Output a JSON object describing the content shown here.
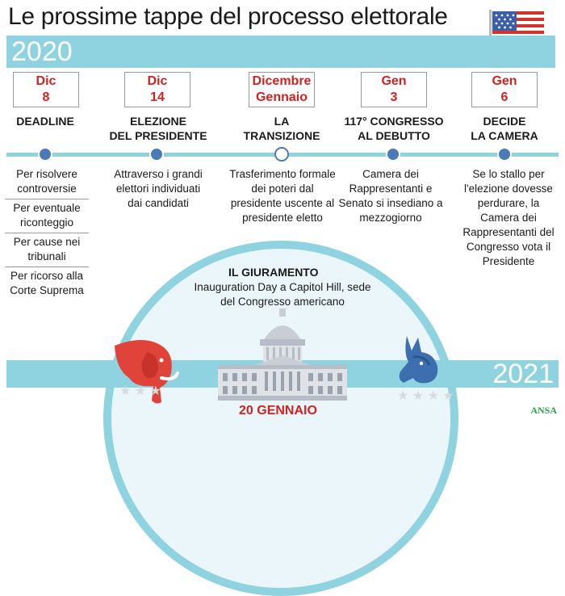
{
  "header": {
    "title": "Le prossime tappe del processo elettorale",
    "year_start": "2020"
  },
  "columns": [
    {
      "date_line1": "Dic",
      "date_line2": "8",
      "phase": "DEADLINE",
      "phase_line2": "",
      "desc": [
        "Per risolvere controversie",
        "Per eventuale riconteggio",
        "Per cause nei tribunali",
        "Per ricorso alla Corte Suprema"
      ]
    },
    {
      "date_line1": "Dic",
      "date_line2": "14",
      "phase": "ELEZIONE",
      "phase_line2": "DEL PRESIDENTE",
      "desc": [
        "Attraverso i grandi elettori individuati dai candidati"
      ]
    },
    {
      "date_line1": "Dicembre",
      "date_line2": "Gennaio",
      "phase": "LA",
      "phase_line2": "TRANSIZIONE",
      "desc": [
        "Trasferimento formale dei poteri dal presidente uscente al presidente eletto"
      ]
    },
    {
      "date_line1": "Gen",
      "date_line2": "3",
      "phase": "117° CONGRESSO",
      "phase_line2": "AL DEBUTTO",
      "desc": [
        "Camera dei Rappresentanti e Senato si insediano a mezzogiorno"
      ]
    },
    {
      "date_line1": "Gen",
      "date_line2": "6",
      "phase": "DECIDE",
      "phase_line2": "LA CAMERA",
      "desc": [
        "Se lo stallo per l'elezione dovesse perdurare, la Camera dei Rappresentanti del Congresso vota il Presidente"
      ]
    }
  ],
  "giuramento": {
    "title": "IL GIURAMENTO",
    "text": "Inauguration Day a Capitol Hill, sede del Congresso americano",
    "date": "20 GENNAIO",
    "year_end": "2021"
  },
  "credit": "ANSA",
  "colors": {
    "band": "#8fd3e0",
    "date_red": "#d3211f",
    "dot_blue": "#4a7ab8",
    "elephant_red": "#e0433a",
    "donkey_blue": "#3d6fae"
  },
  "icons": [
    "us-flag-icon",
    "elephant-icon",
    "donkey-icon",
    "capitol-icon",
    "star-icon"
  ]
}
